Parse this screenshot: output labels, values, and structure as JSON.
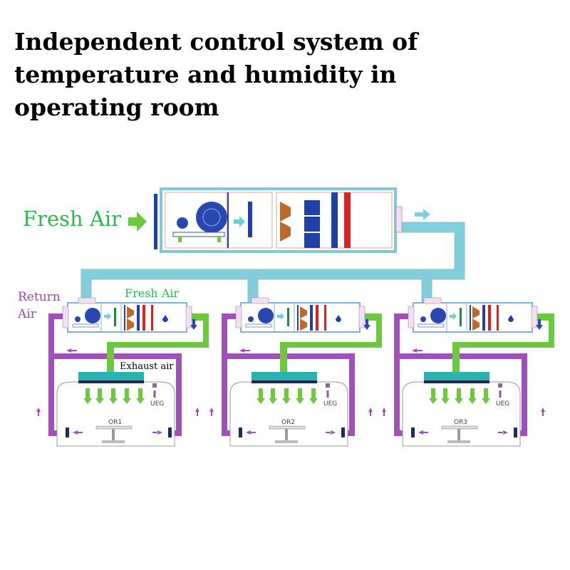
{
  "title": "Independent control system of temperature and humidity in operating room",
  "labels": {
    "fresh_air_main": "Fresh Air",
    "return_air": [
      "Return",
      "Air"
    ],
    "fresh_air_unit": "Fresh Air",
    "exhaust_air": "Exhaust air"
  },
  "rooms": [
    {
      "name": "OR1",
      "sensor": "UEG"
    },
    {
      "name": "OR2",
      "sensor": "UEG"
    },
    {
      "name": "OR3",
      "sensor": "UEG"
    }
  ],
  "colors": {
    "duct": "#7fd0dc",
    "return": "#a050b8",
    "supply": "#6cc83c",
    "coil_cold": "#1e40a8",
    "coil_hot": "#e02020",
    "filter": "#c06828",
    "label_green": "#2fb84a",
    "label_purple": "#a040c0"
  }
}
